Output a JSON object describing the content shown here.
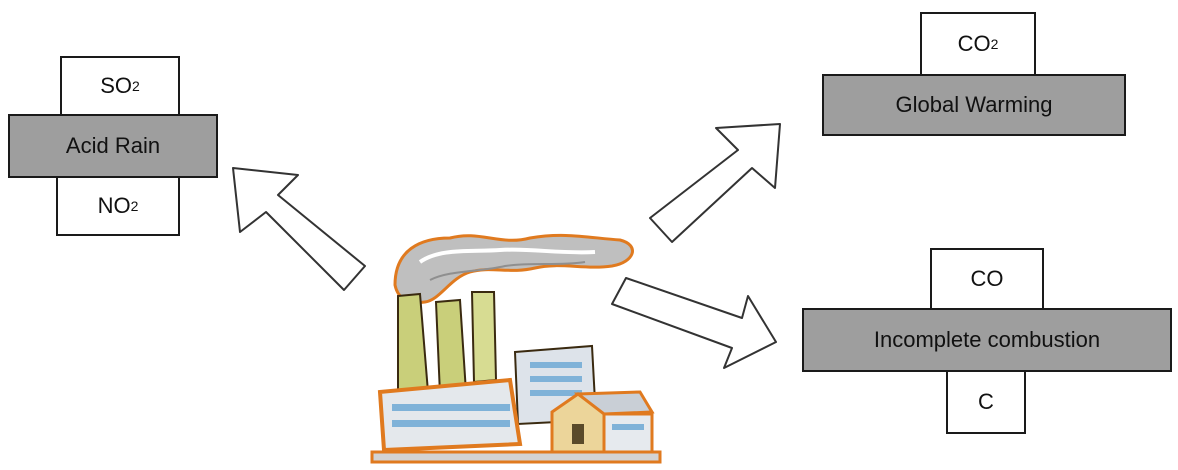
{
  "acid_rain": {
    "top": {
      "symbol": "SO",
      "sub": "2"
    },
    "label": "Acid Rain",
    "bottom": {
      "symbol": "NO",
      "sub": "2"
    }
  },
  "global_warming": {
    "top": {
      "symbol": "CO",
      "sub": "2"
    },
    "label": "Global Warming"
  },
  "incomplete_combustion": {
    "top": "CO",
    "label": "Incomplete combustion",
    "bottom": "C"
  },
  "colors": {
    "label_box": "#9e9e9e",
    "factory_outline": "#e07a1f",
    "chimney": "#c9cf7a",
    "smoke": "#b8b8b8"
  }
}
